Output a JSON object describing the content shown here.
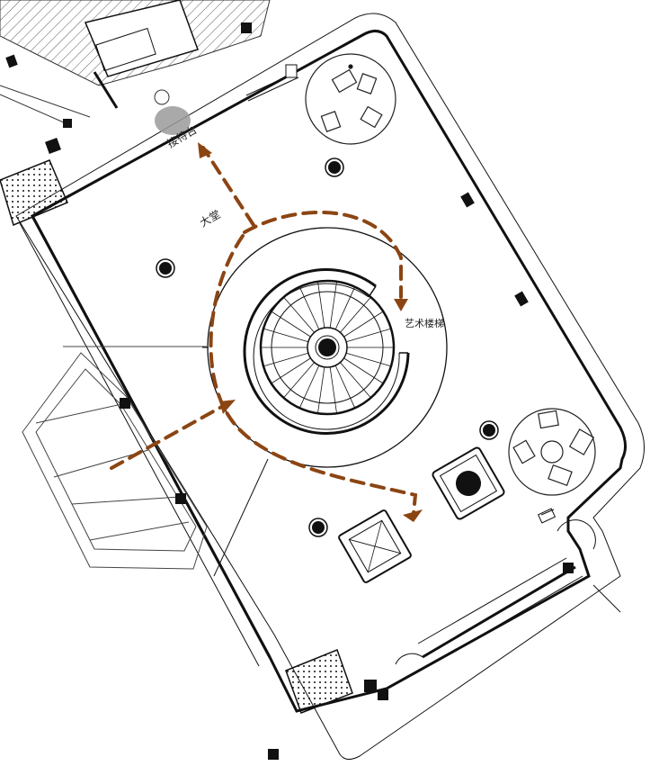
{
  "labels": {
    "hall": "大堂",
    "art_stair": "艺术楼梯",
    "reception": "接待台"
  },
  "colors": {
    "arrow": "#8b4513",
    "wall": "#111111",
    "line": "#333333",
    "shadow": "#9a9a9a"
  },
  "icons": {
    "column": "filled-circle-column",
    "stair": "spiral-stair",
    "chair": "lounge-chair",
    "flow_arrow": "dashed-arrow"
  }
}
